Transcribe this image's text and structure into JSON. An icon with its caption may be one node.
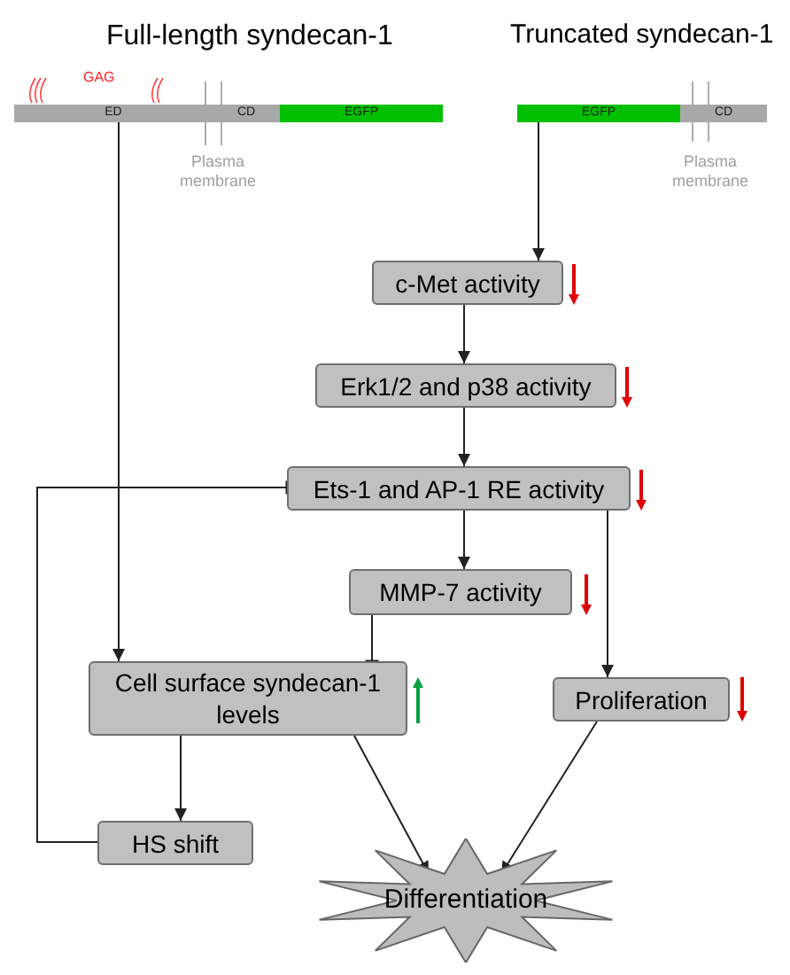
{
  "diagram": {
    "nodes": [
      {
        "text": [
          "ED"
        ]
      },
      {
        "text": [
          "CD"
        ]
      },
      {
        "text": [
          "EGFP"
        ]
      },
      {
        "text": [
          "EGFP"
        ]
      },
      {
        "text": [
          "CD"
        ]
      },
      {
        "text": [
          "c-Met activity"
        ]
      },
      {
        "text": [
          "Erk1/2 and p38 activity"
        ]
      },
      {
        "text": [
          "Ets-1 and AP-1 RE activity"
        ]
      },
      {
        "text": [
          "MMP-7 activity"
        ]
      },
      {
        "text": [
          "Cell surface syndecan-1 levels"
        ]
      },
      {
        "text": [
          "Proliferation"
        ]
      },
      {
        "text": [
          "HS shift"
        ]
      },
      {
        "text": [
          "Differentiation"
        ]
      }
    ],
    "edges": [
      {
        "from": 0,
        "to": 9,
        "arrow": "to"
      },
      {
        "from": 3,
        "to": 5,
        "arrow": "to"
      },
      {
        "from": 5,
        "to": 6,
        "arrow": "to"
      },
      {
        "from": 6,
        "to": 7,
        "arrow": "to"
      },
      {
        "from": 7,
        "to": 8,
        "arrow": "to"
      },
      {
        "from": 8,
        "to": 9,
        "arrow": "other"
      },
      {
        "from": 7,
        "to": 10,
        "arrow": "to"
      },
      {
        "from": 9,
        "to": 11,
        "arrow": "to"
      },
      {
        "from": 9,
        "to": 12,
        "arrow": "to"
      },
      {
        "from": 10,
        "to": 12,
        "arrow": "to"
      },
      {
        "from": 11,
        "to": 7,
        "arrow": "other"
      }
    ],
    "labels": [
      "Full-length syndecan-1",
      "Truncated syndecan-1",
      "GAG",
      "Plasma membrane",
      "Plasma membrane"
    ]
  }
}
